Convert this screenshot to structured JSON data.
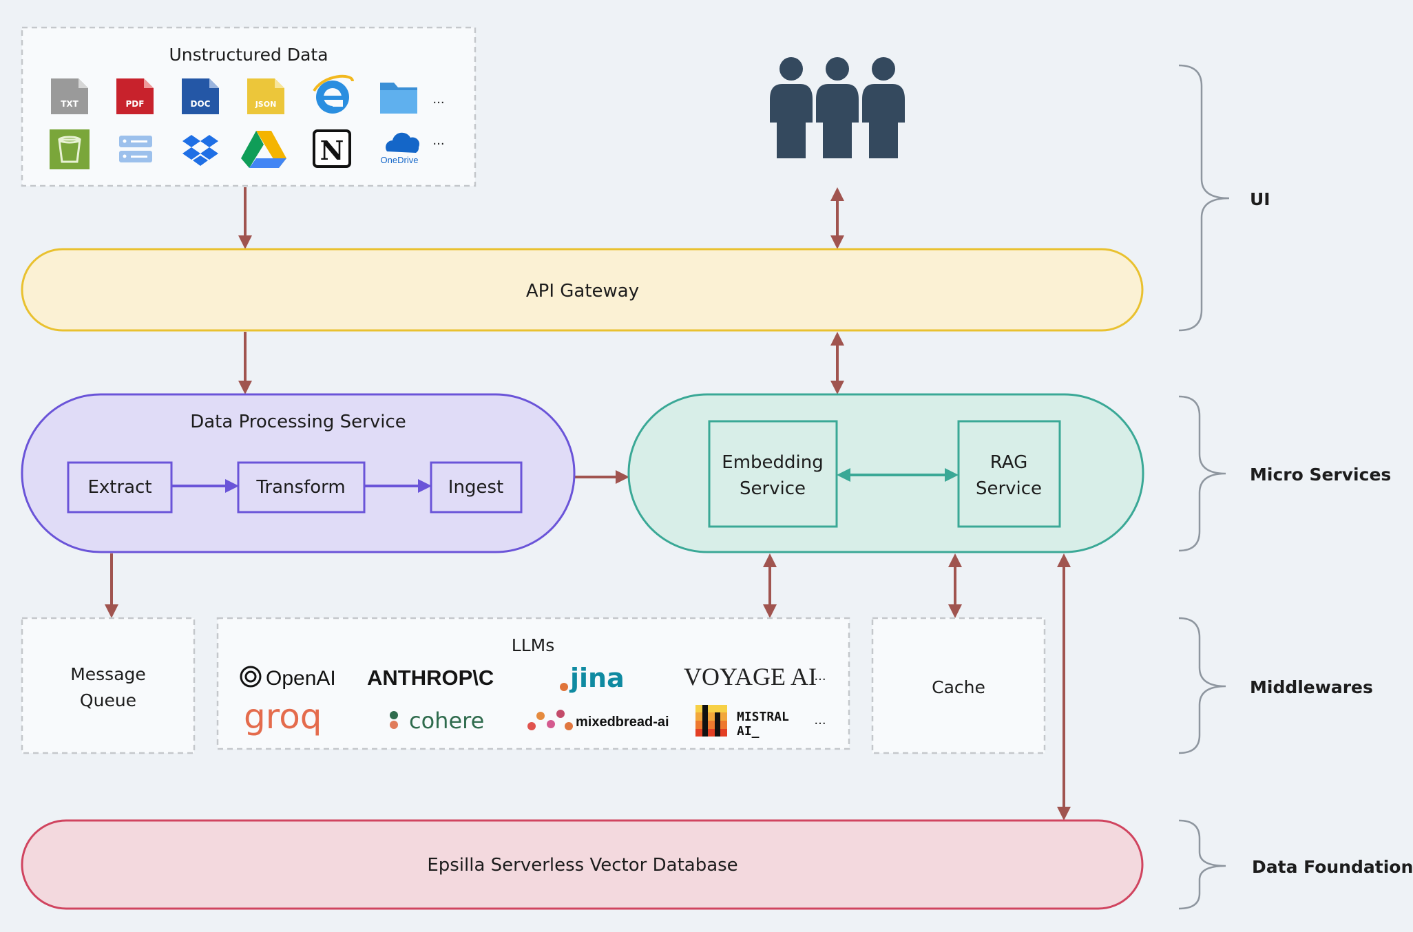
{
  "colors": {
    "background": "#eef2f6",
    "arrow": "#a0544f",
    "gateway_fill": "#fbf1d4",
    "gateway_stroke": "#e9c12f",
    "processing_fill": "#e0dcf7",
    "processing_stroke": "#6a54d8",
    "processing_arrow": "#6a54d8",
    "micro_fill": "#d8eee8",
    "micro_stroke": "#3aa896",
    "database_fill": "#f3d9de",
    "database_stroke": "#d0445f",
    "dashed_border": "#c4c7cb"
  },
  "unstructured": {
    "title": "Unstructured Data",
    "icons_row1": [
      {
        "icon": "txt-file-icon",
        "label": "TXT"
      },
      {
        "icon": "pdf-file-icon",
        "label": "PDF"
      },
      {
        "icon": "doc-file-icon",
        "label": "DOC"
      },
      {
        "icon": "json-file-icon",
        "label": "JSON"
      },
      {
        "icon": "internet-explorer-icon"
      },
      {
        "icon": "folder-icon"
      }
    ],
    "row1_more": "...",
    "icons_row2": [
      {
        "icon": "s3-bucket-icon"
      },
      {
        "icon": "storage-server-icon"
      },
      {
        "icon": "dropbox-icon"
      },
      {
        "icon": "google-drive-icon"
      },
      {
        "icon": "notion-icon",
        "label": "N"
      },
      {
        "icon": "onedrive-icon",
        "label": "OneDrive"
      }
    ],
    "row2_more": "..."
  },
  "users": {
    "icon": "users-group-icon"
  },
  "gateway": {
    "label": "API Gateway"
  },
  "processing": {
    "title": "Data Processing Service",
    "steps": [
      "Extract",
      "Transform",
      "Ingest"
    ]
  },
  "micro": {
    "embedding": [
      "Embedding",
      "Service"
    ],
    "rag": [
      "RAG",
      "Service"
    ]
  },
  "message_queue": {
    "lines": [
      "Message",
      "Queue"
    ]
  },
  "llms": {
    "title": "LLMs",
    "providers_row1": [
      "OpenAI",
      "ANTHROP\\C",
      "jina",
      "VOYAGE AI"
    ],
    "row1_more": "...",
    "providers_row2": [
      "groq",
      "cohere",
      "mixedbread-ai",
      "MISTRAL",
      "AI_"
    ],
    "row2_more": "..."
  },
  "cache": {
    "label": "Cache"
  },
  "database": {
    "label": "Epsilla Serverless Vector Database"
  },
  "tiers": [
    "UI",
    "Micro Services",
    "Middlewares",
    "Data Foundation"
  ]
}
